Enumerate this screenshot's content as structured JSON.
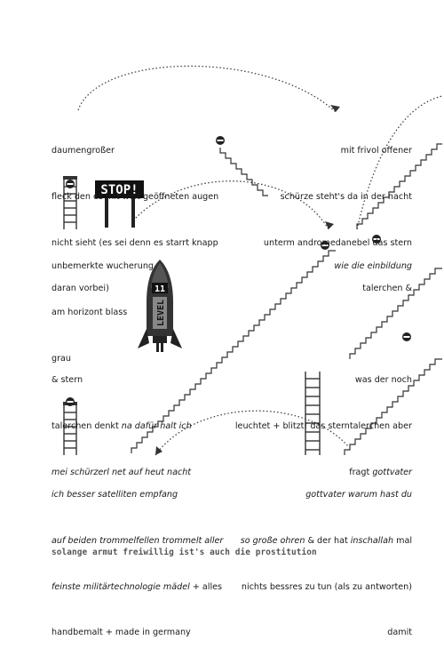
{
  "poem": {
    "b1": [
      "daumengroßer",
      "fleck den es mit weit geöffneten augen",
      "nicht sieht (es sei denn es starrt knapp",
      "daran vorbei)"
    ],
    "b2": [
      "mit frivol offener",
      "schürze steht's da in der nacht",
      "unterm andromedanebel das stern",
      "talerchen &"
    ],
    "b3": [
      "unbemerkte wucherung",
      "am horizont blass",
      "grau"
    ],
    "b4": [
      "wie die einbildung"
    ],
    "b5": {
      "l1": "& stern",
      "l2a": "talerchen denkt ",
      "l2b": "na dafür halt ich",
      "l3": "mei schürzerl net auf heut nacht"
    },
    "b6": {
      "l1": "was der noch",
      "l2": "leuchtet + blitzt! das sterntalerchen aber",
      "l3a": "fragt ",
      "l3b": "gottvater"
    },
    "b7": {
      "l1": "ich besser satelliten empfang",
      "l2": "auf beiden trommelfellen trommelt aller",
      "l3a": "feinste militärtechnologie mädel",
      "l3b": " + alles",
      "l4": "handbemalt + made in germany"
    },
    "b8": {
      "l1": "gottvater warum hast du",
      "l2a": "so große ohren",
      "l2b": " & der hat ",
      "l2c": "inschallah",
      "l2d": " mal",
      "l3": "nichts bessres zu tun (als zu antworten)",
      "l4": "damit"
    }
  },
  "signs": {
    "stop": "STOP!",
    "rocket_level_number": "11",
    "rocket_level_label": "LEVEL"
  },
  "footer": "solange armut freiwillig ist's auch die prostitution"
}
